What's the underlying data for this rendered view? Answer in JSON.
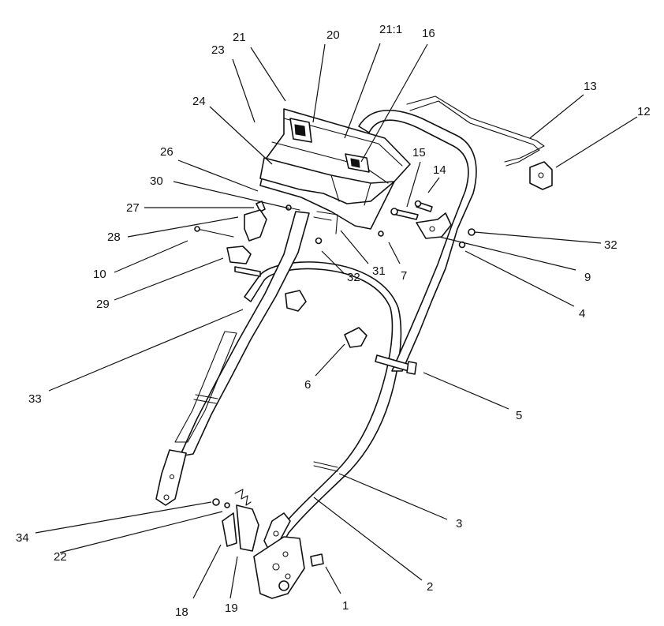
{
  "callouts": [
    {
      "id": "c21",
      "label": "21"
    },
    {
      "id": "c20",
      "label": "20"
    },
    {
      "id": "c21-1",
      "label": "21:1"
    },
    {
      "id": "c16",
      "label": "16"
    },
    {
      "id": "c23",
      "label": "23"
    },
    {
      "id": "c24",
      "label": "24"
    },
    {
      "id": "c13",
      "label": "13"
    },
    {
      "id": "c12",
      "label": "12"
    },
    {
      "id": "c26",
      "label": "26"
    },
    {
      "id": "c15",
      "label": "15"
    },
    {
      "id": "c14",
      "label": "14"
    },
    {
      "id": "c30",
      "label": "30"
    },
    {
      "id": "c27",
      "label": "27"
    },
    {
      "id": "c28",
      "label": "28"
    },
    {
      "id": "c32a",
      "label": "32"
    },
    {
      "id": "c10",
      "label": "10"
    },
    {
      "id": "c32b",
      "label": "32"
    },
    {
      "id": "c31",
      "label": "31"
    },
    {
      "id": "c7",
      "label": "7"
    },
    {
      "id": "c9",
      "label": "9"
    },
    {
      "id": "c29",
      "label": "29"
    },
    {
      "id": "c4",
      "label": "4"
    },
    {
      "id": "c33",
      "label": "33"
    },
    {
      "id": "c6",
      "label": "6"
    },
    {
      "id": "c5",
      "label": "5"
    },
    {
      "id": "c3",
      "label": "3"
    },
    {
      "id": "c34",
      "label": "34"
    },
    {
      "id": "c22",
      "label": "22"
    },
    {
      "id": "c2",
      "label": "2"
    },
    {
      "id": "c1",
      "label": "1"
    },
    {
      "id": "c18",
      "label": "18"
    },
    {
      "id": "c19",
      "label": "19"
    }
  ]
}
